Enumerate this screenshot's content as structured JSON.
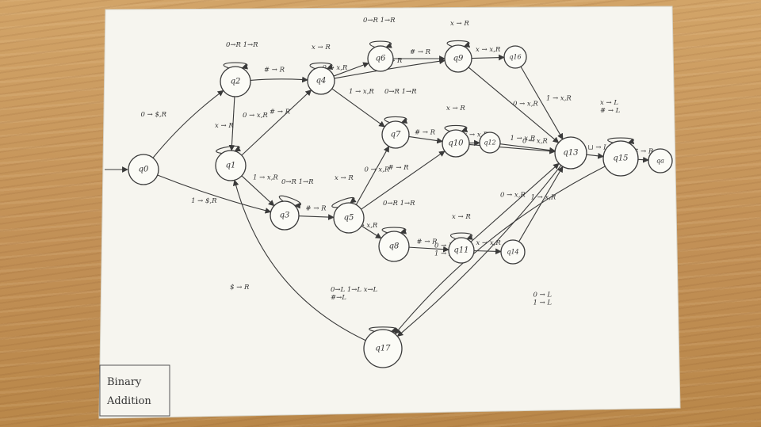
{
  "diagram": {
    "corner_label": [
      "Binary",
      "Addition"
    ],
    "start_state": "q0",
    "states": [
      {
        "id": "q0",
        "label": "q0"
      },
      {
        "id": "q1",
        "label": "q1"
      },
      {
        "id": "q2",
        "label": "q2"
      },
      {
        "id": "q3",
        "label": "q3"
      },
      {
        "id": "q4",
        "label": "q4"
      },
      {
        "id": "q5",
        "label": "q5"
      },
      {
        "id": "q6",
        "label": "q6"
      },
      {
        "id": "q7",
        "label": "q7"
      },
      {
        "id": "q8",
        "label": "q8"
      },
      {
        "id": "q9",
        "label": "q9"
      },
      {
        "id": "q10",
        "label": "q10"
      },
      {
        "id": "q11",
        "label": "q11"
      },
      {
        "id": "q12",
        "label": "q12"
      },
      {
        "id": "q13",
        "label": "q13"
      },
      {
        "id": "q14",
        "label": "q14"
      },
      {
        "id": "q15",
        "label": "q15"
      },
      {
        "id": "q16",
        "label": "q16"
      },
      {
        "id": "q17",
        "label": "q17"
      },
      {
        "id": "qa",
        "label": "qa"
      }
    ],
    "transitions": [
      {
        "from": "q0",
        "to": "q2",
        "label": "0 → $,R"
      },
      {
        "from": "q0",
        "to": "q3",
        "label": "1 → $,R"
      },
      {
        "from": "q2",
        "to": "q2",
        "label": "0→R 1→R"
      },
      {
        "from": "q2",
        "to": "q4",
        "label": "# → R"
      },
      {
        "from": "q2",
        "to": "q1",
        "label": "0 → x,R"
      },
      {
        "from": "q1",
        "to": "q1",
        "label": "x → R"
      },
      {
        "from": "q1",
        "to": "q4",
        "label": "# → R"
      },
      {
        "from": "q1",
        "to": "q3",
        "label": "1 → x,R"
      },
      {
        "from": "q3",
        "to": "q3",
        "label": "0→R 1→R"
      },
      {
        "from": "q3",
        "to": "q5",
        "label": "# → R"
      },
      {
        "from": "q4",
        "to": "q4",
        "label": "x → R"
      },
      {
        "from": "q4",
        "to": "q6",
        "label": "0 → x,R"
      },
      {
        "from": "q4",
        "to": "q7",
        "label": "1 → x,R"
      },
      {
        "from": "q4",
        "to": "q9",
        "label": "# → R"
      },
      {
        "from": "q5",
        "to": "q5",
        "label": "x → R"
      },
      {
        "from": "q5",
        "to": "q7",
        "label": "0 → x,R"
      },
      {
        "from": "q5",
        "to": "q8",
        "label": "1 → x,R"
      },
      {
        "from": "q5",
        "to": "q10",
        "label": "# → R"
      },
      {
        "from": "q6",
        "to": "q6",
        "label": "0→R 1→R"
      },
      {
        "from": "q6",
        "to": "q9",
        "label": "# → R"
      },
      {
        "from": "q7",
        "to": "q7",
        "label": "0→R 1→R"
      },
      {
        "from": "q7",
        "to": "q10",
        "label": "# → R"
      },
      {
        "from": "q8",
        "to": "q8",
        "label": "0→R 1→R"
      },
      {
        "from": "q8",
        "to": "q11",
        "label": "# → R"
      },
      {
        "from": "q9",
        "to": "q9",
        "label": "x → R"
      },
      {
        "from": "q9",
        "to": "q16",
        "label": "x → x,R"
      },
      {
        "from": "q9",
        "to": "q13",
        "label": "0 → x,R"
      },
      {
        "from": "q16",
        "to": "q13",
        "label": "1 → x,R"
      },
      {
        "from": "q10",
        "to": "q10",
        "label": "x → R"
      },
      {
        "from": "q10",
        "to": "q13",
        "label": "1 → x,R"
      },
      {
        "from": "q10",
        "to": "q12",
        "label": "x → x,R"
      },
      {
        "from": "q12",
        "to": "q13",
        "label": "0 → x,R"
      },
      {
        "from": "q11",
        "to": "q11",
        "label": "x → R"
      },
      {
        "from": "q11",
        "to": "q13",
        "label": "0 → x,R"
      },
      {
        "from": "q11",
        "to": "q14",
        "label": "x → x,R"
      },
      {
        "from": "q14",
        "to": "q13",
        "label": "1 → x,R"
      },
      {
        "from": "q13",
        "to": "q15",
        "label": "⊔ → L"
      },
      {
        "from": "q15",
        "to": "q15",
        "label": "x → L  # → L"
      },
      {
        "from": "q15",
        "to": "qa",
        "label": "$ → R"
      },
      {
        "from": "q15",
        "to": "q17",
        "label": "0 → L  1 → L"
      },
      {
        "from": "q13",
        "to": "q17",
        "label": "0 → L  1 → L"
      },
      {
        "from": "q17",
        "to": "q17",
        "label": "0→L 1→L x→L  #→L"
      },
      {
        "from": "q17",
        "to": "q1",
        "label": "$ → R"
      }
    ]
  }
}
